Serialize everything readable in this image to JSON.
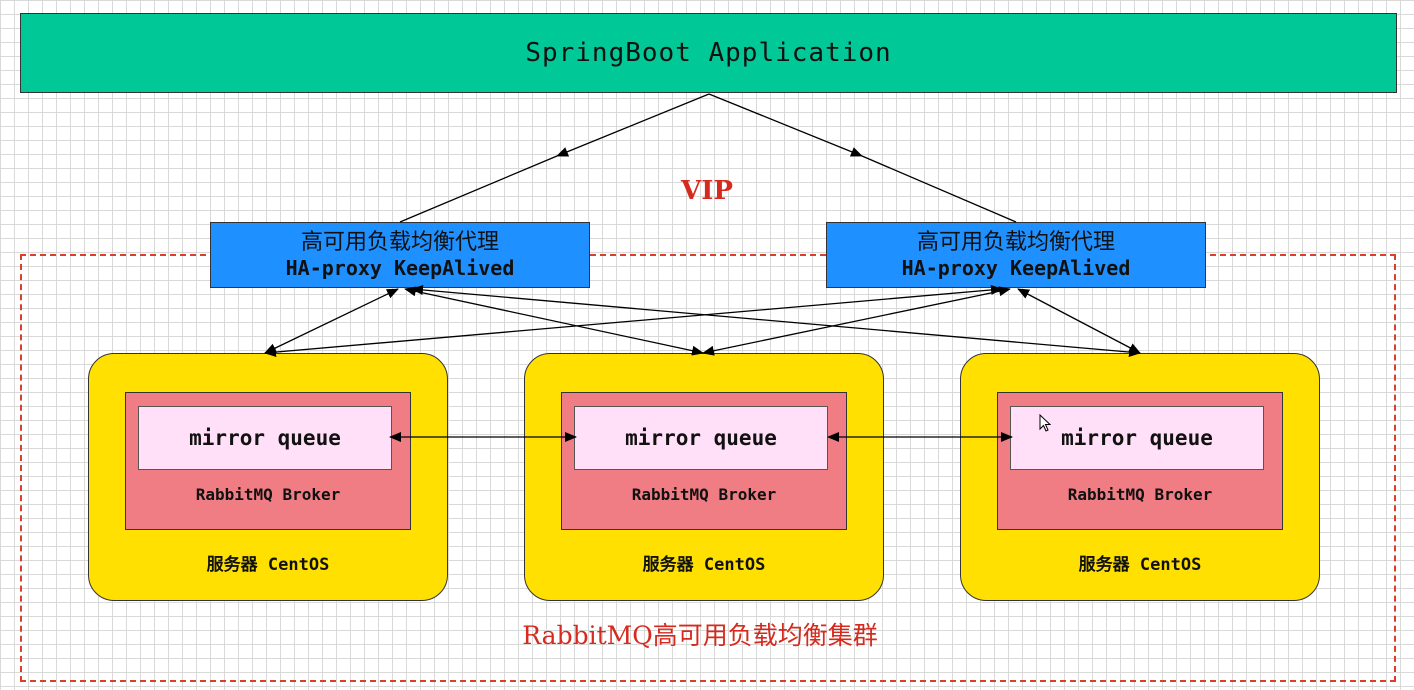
{
  "app": {
    "title": "SpringBoot Application"
  },
  "vip_label": "VIP",
  "ha_proxies": [
    {
      "title_zh": "高可用负载均衡代理",
      "title_en": "HA-proxy KeepAlived"
    },
    {
      "title_zh": "高可用负载均衡代理",
      "title_en": "HA-proxy KeepAlived"
    }
  ],
  "servers": [
    {
      "queue_label": "mirror queue",
      "broker_label": "RabbitMQ Broker",
      "server_label": "服务器 CentOS"
    },
    {
      "queue_label": "mirror queue",
      "broker_label": "RabbitMQ Broker",
      "server_label": "服务器 CentOS"
    },
    {
      "queue_label": "mirror queue",
      "broker_label": "RabbitMQ Broker",
      "server_label": "服务器 CentOS"
    }
  ],
  "cluster_label": "RabbitMQ高可用负载均衡集群",
  "colors": {
    "app_bg": "#00c896",
    "ha_bg": "#1e90ff",
    "server_bg": "#ffe000",
    "broker_bg": "#f07c84",
    "queue_bg": "#ffe0f8",
    "accent_red": "#d62a1e"
  }
}
